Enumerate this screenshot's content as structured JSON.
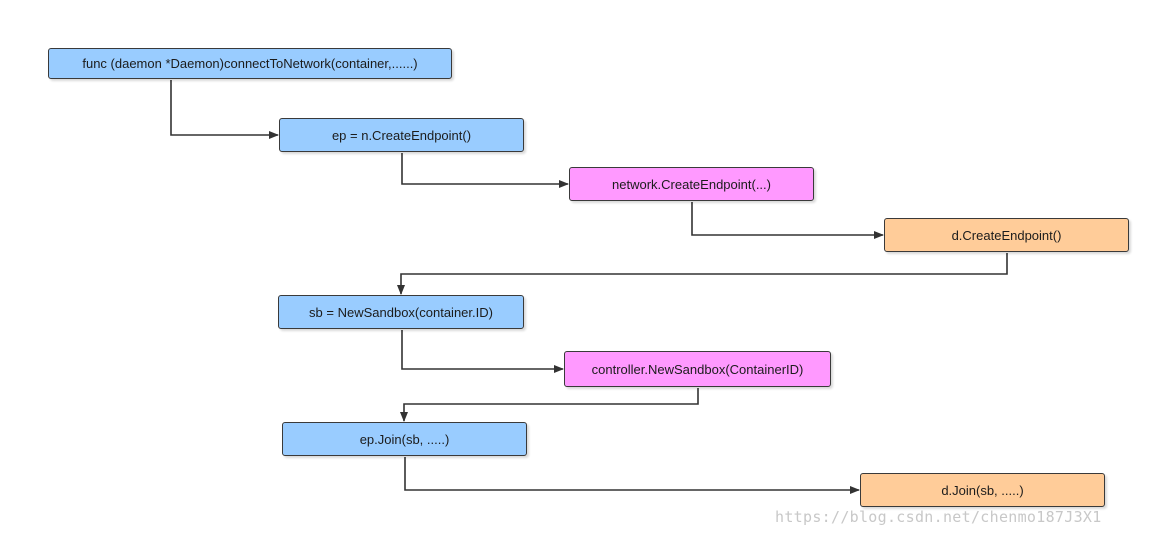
{
  "colors": {
    "blue": "#99ccff",
    "pink": "#ff99ff",
    "orange": "#ffcc99",
    "edge": "#333333"
  },
  "nodes": [
    {
      "id": "n1",
      "label": "func (daemon *Daemon)connectToNetwork(container,......)",
      "color": "blue"
    },
    {
      "id": "n2",
      "label": "ep = n.CreateEndpoint()",
      "color": "blue"
    },
    {
      "id": "n3",
      "label": "network.CreateEndpoint(...)",
      "color": "pink"
    },
    {
      "id": "n4",
      "label": "d.CreateEndpoint()",
      "color": "orange"
    },
    {
      "id": "n5",
      "label": "sb = NewSandbox(container.ID)",
      "color": "blue"
    },
    {
      "id": "n6",
      "label": "controller.NewSandbox(ContainerID)",
      "color": "pink"
    },
    {
      "id": "n7",
      "label": "ep.Join(sb, .....)",
      "color": "blue"
    },
    {
      "id": "n8",
      "label": "d.Join(sb, .....)",
      "color": "orange"
    }
  ],
  "edges": [
    {
      "from": "n1",
      "to": "n2"
    },
    {
      "from": "n2",
      "to": "n3"
    },
    {
      "from": "n3",
      "to": "n4"
    },
    {
      "from": "n4",
      "to": "n5"
    },
    {
      "from": "n5",
      "to": "n6"
    },
    {
      "from": "n6",
      "to": "n7"
    },
    {
      "from": "n7",
      "to": "n8"
    }
  ],
  "watermark": "https://blog.csdn.net/chenmo187J3X1"
}
